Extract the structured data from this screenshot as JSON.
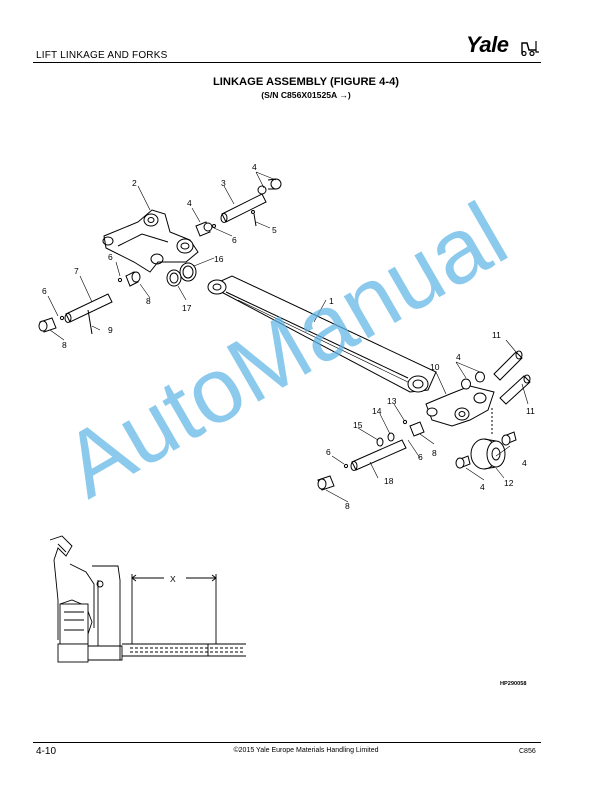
{
  "header": {
    "section": "LIFT LINKAGE AND FORKS",
    "brand": "Yale"
  },
  "title": "LINKAGE ASSEMBLY (FIGURE 4-4)",
  "subtitle": "(S/N C856X01525A →)",
  "callouts": [
    "1",
    "2",
    "3",
    "4",
    "4",
    "4",
    "4",
    "4",
    "5",
    "6",
    "6",
    "6",
    "6",
    "6",
    "7",
    "8",
    "8",
    "8",
    "8",
    "9",
    "10",
    "11",
    "11",
    "12",
    "13",
    "14",
    "15",
    "16",
    "17",
    "18"
  ],
  "dimension_label": "X",
  "figure_id": "HP290058",
  "watermark": "AutoManual",
  "footer": {
    "page": "4-10",
    "copyright": "©2015 Yale Europe Materials Handling Limited",
    "model": "C856"
  },
  "colors": {
    "watermark": "#5fb6e6",
    "ink": "#000000"
  }
}
